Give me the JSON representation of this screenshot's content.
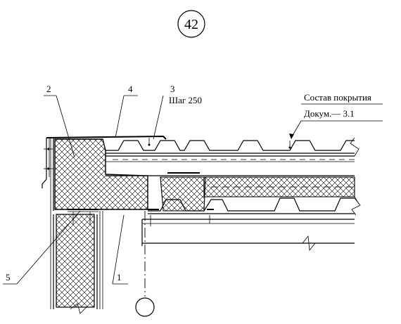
{
  "sheet_number": "42",
  "callouts": {
    "c1": "1",
    "c2": "2",
    "c3": "3",
    "c4": "4",
    "c5": "5"
  },
  "pitch_note": "Шаг 250",
  "roof_composition": {
    "title": "Состав покрытия",
    "reference": "Докум.— 3.1"
  }
}
